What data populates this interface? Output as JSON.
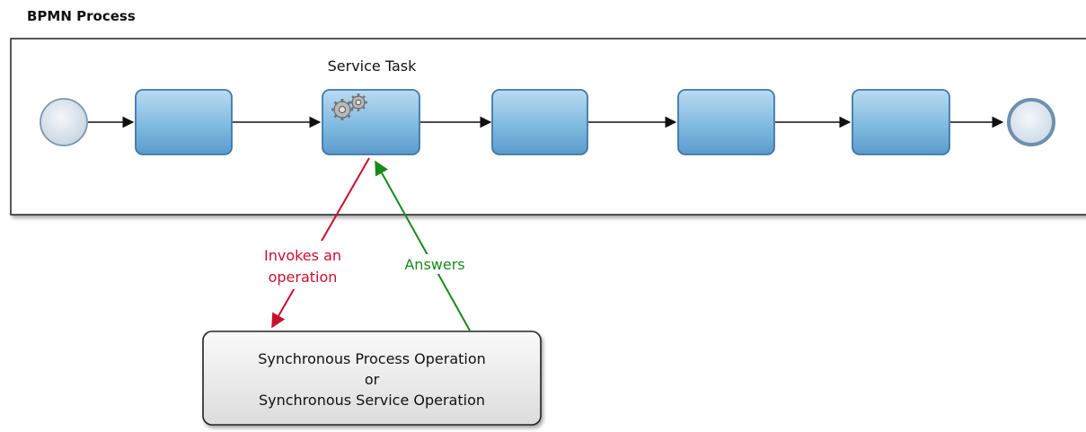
{
  "pool": {
    "title": "BPMN Process"
  },
  "service_task": {
    "label": "Service Task",
    "icon": "gears-icon"
  },
  "flow": {
    "nodes": [
      "start-event",
      "task-1",
      "service-task",
      "task-3",
      "task-4",
      "task-5",
      "end-event"
    ]
  },
  "invoke_arrow": {
    "label_line1": "Invokes an",
    "label_line2": "operation",
    "color": "#c8102e"
  },
  "answer_arrow": {
    "label": "Answers",
    "color": "#1a8a1a"
  },
  "operation_box": {
    "line1": "Synchronous Process Operation",
    "line2": "or",
    "line3": "Synchronous Service Operation"
  },
  "colors": {
    "task_fill_top": "#a9d0ea",
    "task_fill_bottom": "#5f9fcf",
    "task_stroke": "#3e78a8",
    "event_fill": "#d9e5ef",
    "event_stroke": "#6f8fae"
  }
}
